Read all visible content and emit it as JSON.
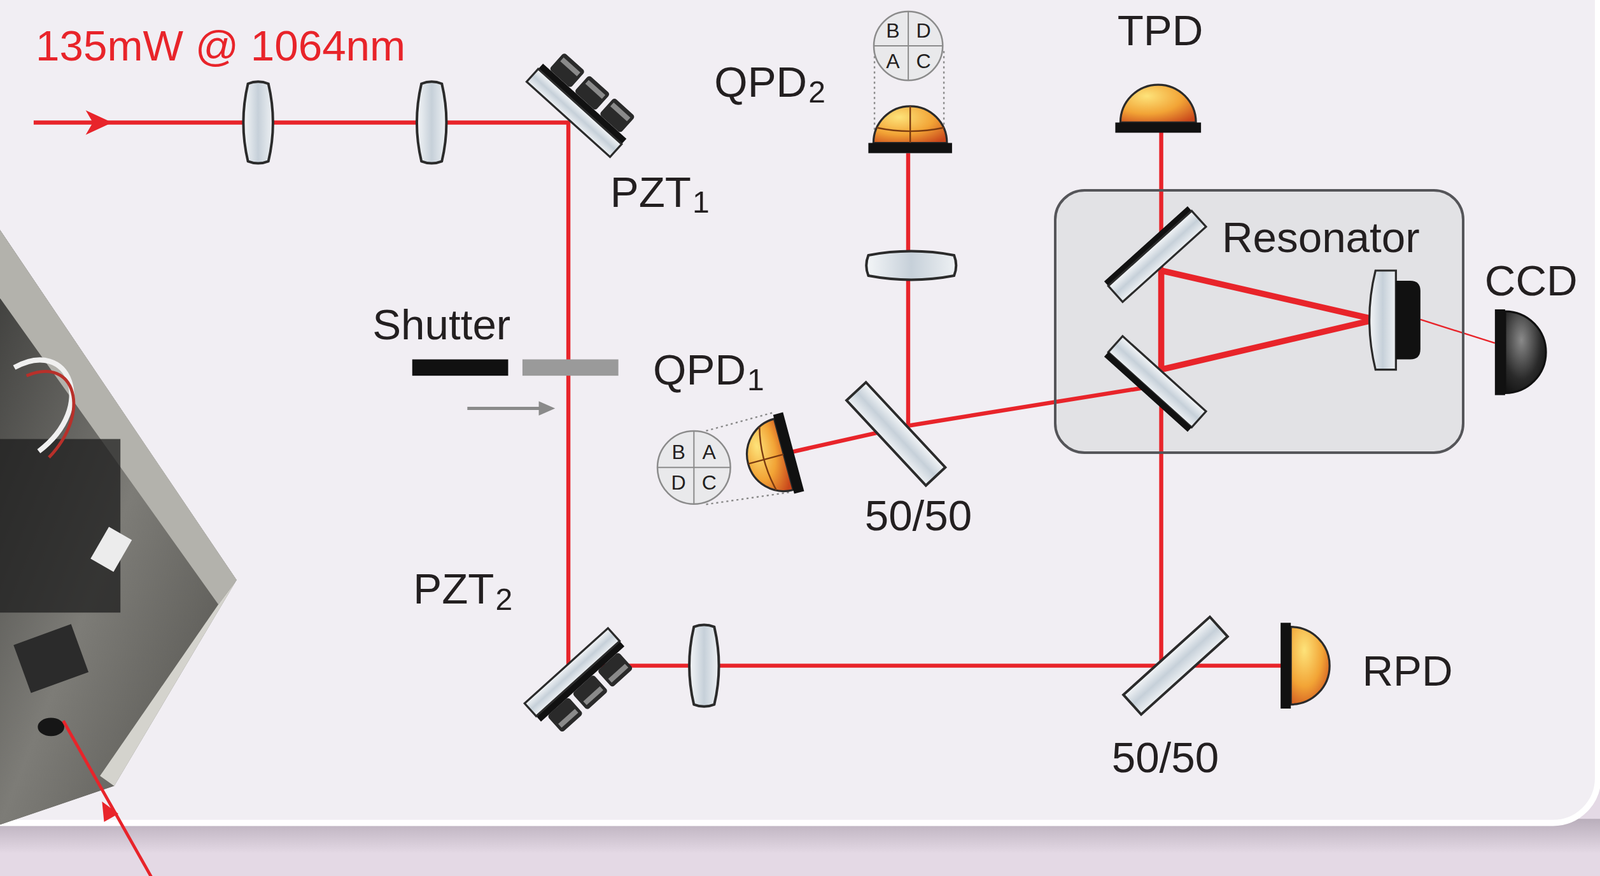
{
  "diagram": {
    "nodes": [
      {
        "text": [
          "B",
          "D",
          "A",
          "C"
        ]
      },
      {
        "text": [
          "Resonator"
        ]
      },
      {
        "text": [
          "B",
          "A",
          "D",
          "C"
        ]
      }
    ],
    "labels": [
      "135mW @ 1064nm",
      "TPD",
      "QPD",
      "2",
      "PZT",
      "1",
      "CCD",
      "Shutter",
      "QPD",
      "1",
      "50/50",
      "PZT",
      "2",
      "RPD",
      "50/50"
    ]
  }
}
